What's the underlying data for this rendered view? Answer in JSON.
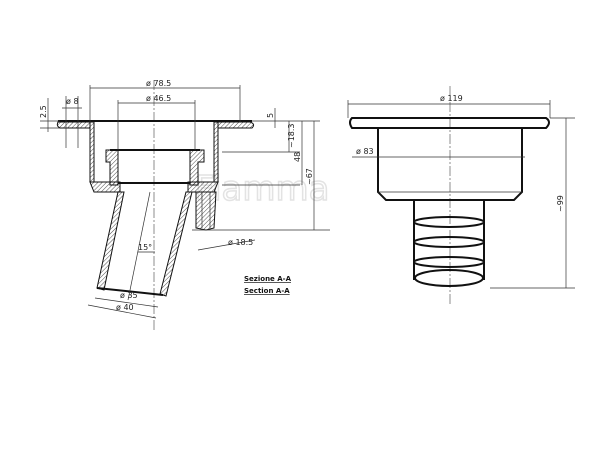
{
  "drawing": {
    "watermark": "Fiamma",
    "section_view": {
      "labels": [
        "Sezione A-A",
        "Section A-A"
      ],
      "dimensions": {
        "flange_outer_dia": "ø 78.5",
        "inner_dia": "ø 46.5",
        "hole_dia": "ø 8",
        "flange_thickness": "2.5",
        "top_offset": "5",
        "depth_18": "~18.3",
        "height_48": "48",
        "height_67": "~67",
        "angle": "15°",
        "outlet_inner_dia": "ø 35",
        "outlet_outer_dia": "ø 40",
        "spigot_dia": "ø 18.5"
      }
    },
    "side_view": {
      "dimensions": {
        "flange_dia": "ø 119",
        "body_dia": "ø 83",
        "total_height": "~99"
      }
    }
  }
}
